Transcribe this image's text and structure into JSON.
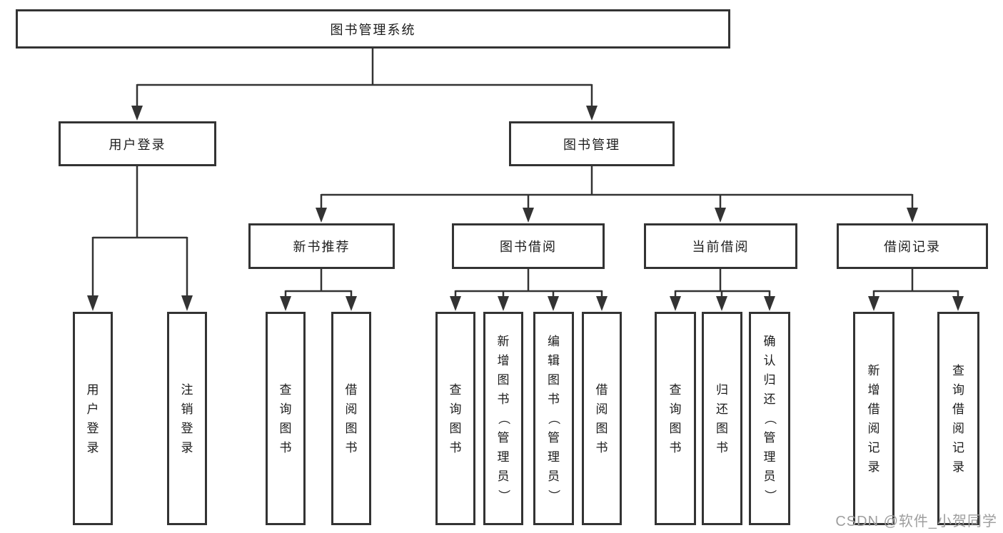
{
  "page": {
    "background": "#ffffff"
  },
  "style": {
    "line_color": "#333333",
    "box_border_color": "#333333",
    "text_color": "#1c1c1c",
    "watermark_color": "#9e9e9e"
  },
  "watermark": {
    "text": "CSDN @软件_小贺同学"
  },
  "tree": {
    "label": "图书管理系统",
    "children": [
      {
        "label": "用户登录",
        "children": [
          {
            "label": "用户登录"
          },
          {
            "label": "注销登录"
          }
        ]
      },
      {
        "label": "图书管理",
        "children": [
          {
            "label": "新书推荐",
            "children": [
              {
                "label": "查询图书"
              },
              {
                "label": "借阅图书"
              }
            ]
          },
          {
            "label": "图书借阅",
            "children": [
              {
                "label": "查询图书"
              },
              {
                "label": "新增图书（管理员）"
              },
              {
                "label": "编辑图书（管理员）"
              },
              {
                "label": "借阅图书"
              }
            ]
          },
          {
            "label": "当前借阅",
            "children": [
              {
                "label": "查询图书"
              },
              {
                "label": "归还图书"
              },
              {
                "label": "确认归还（管理员）"
              }
            ]
          },
          {
            "label": "借阅记录",
            "children": [
              {
                "label": "新增借阅记录"
              },
              {
                "label": "查询借阅记录"
              }
            ]
          }
        ]
      }
    ]
  }
}
